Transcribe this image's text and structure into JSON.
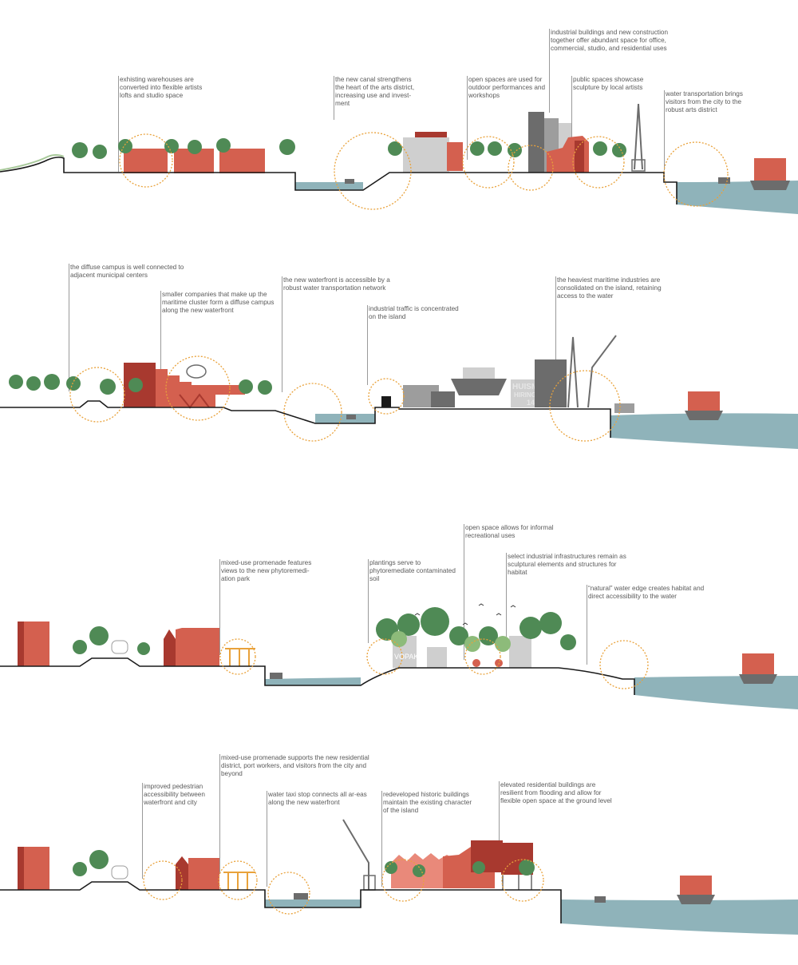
{
  "colors": {
    "water": "#8fb3ba",
    "red": "#d4604f",
    "red_dark": "#a8392f",
    "pink": "#e9897a",
    "grey": "#9d9d9d",
    "grey_dark": "#6c6c6c",
    "grey_light": "#cfcfcf",
    "tree": "#4f8a55",
    "tree_light": "#8dbb7a",
    "circle": "#e9a23b",
    "ground": "#1a1a1a",
    "annotation": "#5a5a5a"
  },
  "sections": [
    {
      "id": "arts-district",
      "notes": [
        "exhisting warehouses are converted into flexible artists lofts and studio space",
        "the new canal strengthens the heart of the arts district, increasing use and invest-ment",
        "open spaces are used for outdoor performances and workshops",
        "industrial buildings and new construction together offer abundant space for office, commercial, studio, and residential uses",
        "public spaces  showcase sculpture by local artists",
        "water transportation brings visitors from the city to the robust arts district"
      ]
    },
    {
      "id": "maritime-campus",
      "notes": [
        "the diffuse campus is well connected to adjacent municipal centers",
        "smaller companies that make up the maritime cluster form a diffuse campus along the new waterfront",
        "the new waterfront is accessible by a robust water transportation network",
        "industrial traffic is concentrated on the island",
        "the heaviest maritime industries are consolidated on the island, retaining access to the water"
      ],
      "sign_lines": [
        "HUISMA",
        "HIRING",
        "14:37"
      ]
    },
    {
      "id": "phytoremediation-park",
      "notes": [
        "mixed-use promenade features views to the new phytoremedi-ation park",
        "plantings serve to phytoremediate contaminated soil",
        "open space allows for informal recreational uses",
        "select industrial infrastructures remain as sculptural elements and structures for habitat",
        "“natural” water edge creates habitat and direct accessibility to the water"
      ],
      "silo_label": "VOPAK"
    },
    {
      "id": "residential-district",
      "notes": [
        "improved pedestrian accessibility between waterfront and city",
        "mixed-use promenade supports the new residential district, port workers, and visitors from the city and beyond",
        "water taxi stop connects all ar-eas along the new waterfront",
        "redeveloped historic buildings maintain the existing character of the island",
        "elevated residential buildings are resilient from flooding and allow for flexible open space at the ground level"
      ]
    }
  ]
}
